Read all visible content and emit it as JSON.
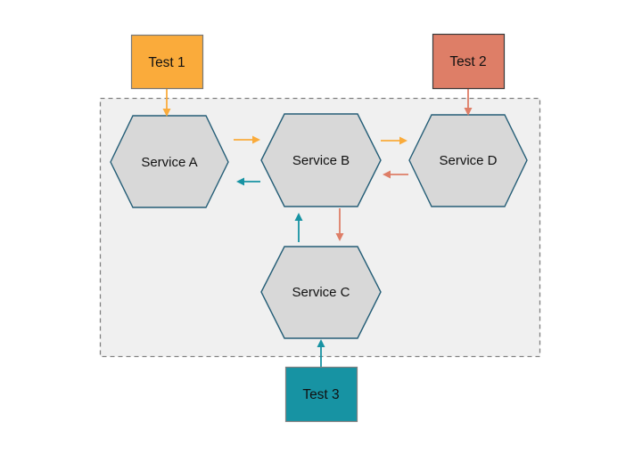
{
  "diagram_title": "",
  "boundary": {
    "fill": "#F0F0F0",
    "stroke": "#808080"
  },
  "shapes": {
    "hexagon_fill": "#D8D8D8",
    "hexagon_stroke": "#255E77"
  },
  "colors": {
    "orange": "#FAAB3B",
    "salmon": "#DE7E67",
    "teal": "#1793A3"
  },
  "tests": [
    {
      "id": "test-1",
      "label": "Test 1",
      "fill": "#FAAB3B",
      "border": "#777777"
    },
    {
      "id": "test-2",
      "label": "Test 2",
      "fill": "#DE7E67",
      "border": "#3B3B3B"
    },
    {
      "id": "test-3",
      "label": "Test 3",
      "fill": "#1793A3",
      "border": "#7F7F7F"
    }
  ],
  "services": [
    {
      "id": "service-a",
      "label": "Service A"
    },
    {
      "id": "service-b",
      "label": "Service B"
    },
    {
      "id": "service-c",
      "label": "Service C"
    },
    {
      "id": "service-d",
      "label": "Service D"
    }
  ],
  "arrows": [
    {
      "from": "Test 1",
      "to": "Service A",
      "color": "orange"
    },
    {
      "from": "Test 2",
      "to": "Service D",
      "color": "salmon"
    },
    {
      "from": "Test 3",
      "to": "Service C",
      "color": "teal"
    },
    {
      "from": "Service A",
      "to": "Service B",
      "color": "orange"
    },
    {
      "from": "Service B",
      "to": "Service A",
      "color": "teal"
    },
    {
      "from": "Service B",
      "to": "Service D",
      "color": "orange"
    },
    {
      "from": "Service D",
      "to": "Service B",
      "color": "salmon"
    },
    {
      "from": "Service C",
      "to": "Service B",
      "color": "teal"
    },
    {
      "from": "Service B",
      "to": "Service C",
      "color": "salmon"
    }
  ]
}
